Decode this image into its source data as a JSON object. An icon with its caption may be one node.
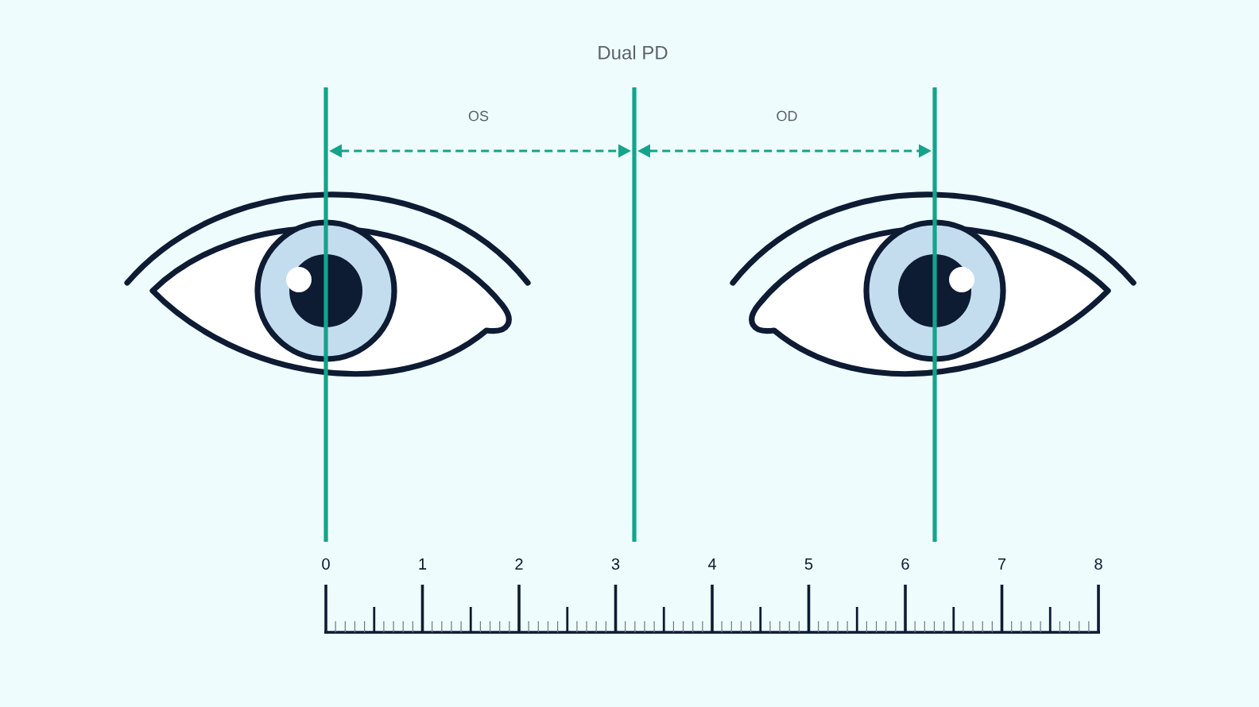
{
  "diagram": {
    "title": "Dual PD",
    "labels": [
      "OS",
      "OD",
      "0",
      "1",
      "2",
      "3",
      "4",
      "5",
      "6",
      "7",
      "8"
    ]
  }
}
